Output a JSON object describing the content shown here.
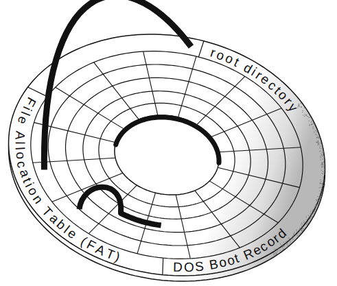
{
  "diagram": {
    "labels": [
      "root directory",
      "File Allocation Table (FAT)",
      "DOS Boot Record"
    ]
  }
}
